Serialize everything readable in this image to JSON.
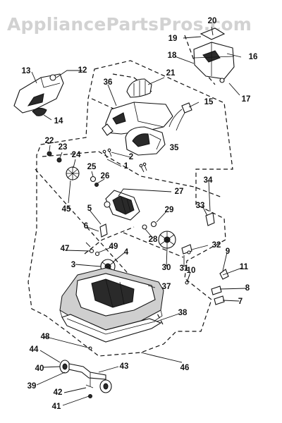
{
  "watermark": "AppliancePartsPros.com",
  "callouts": [
    "2",
    "1",
    "3",
    "4",
    "5",
    "6",
    "7",
    "8",
    "9",
    "10",
    "11",
    "12",
    "13",
    "14",
    "15",
    "16",
    "17",
    "18",
    "19",
    "20",
    "21",
    "22",
    "23",
    "24",
    "25",
    "26",
    "27",
    "28",
    "29",
    "30",
    "31",
    "32",
    "33",
    "34",
    "35",
    "36",
    "37",
    "38",
    "39",
    "40",
    "41",
    "42",
    "43",
    "44",
    "45",
    "46",
    "47",
    "48",
    "49"
  ]
}
